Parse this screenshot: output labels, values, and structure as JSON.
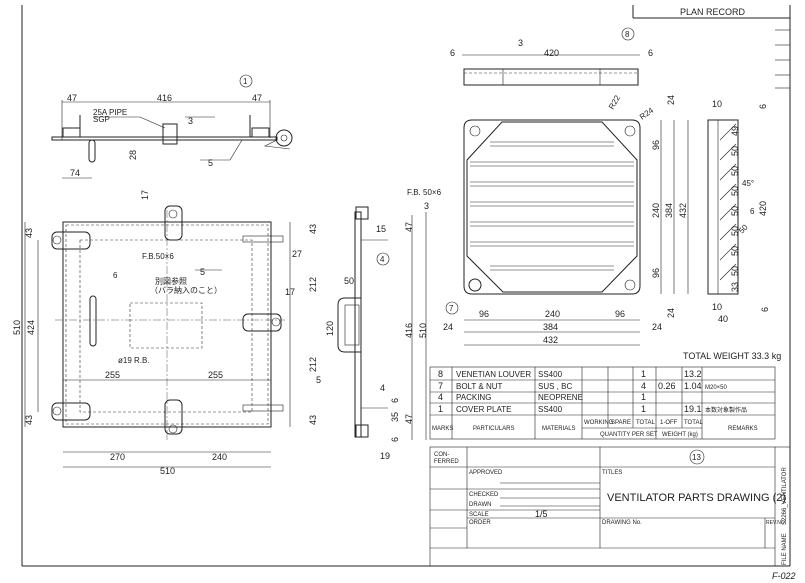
{
  "header": {
    "plan_record": "PLAN RECORD",
    "sheet_id": "F-022"
  },
  "parts": {
    "part1": {
      "mark": "1",
      "pipe": "25A PIPE",
      "pipe_mat": "SGP",
      "weld3": "3",
      "weld5": "5",
      "dims": [
        "47",
        "416",
        "47",
        "28",
        "74"
      ]
    },
    "plan": {
      "fb": "F.B.50×6",
      "t6": "6",
      "ref_jp": "別図参照",
      "ref_jp2": "（バラ納入のこと）",
      "rb": "ø19 R.B.",
      "weld5": "5",
      "dims": {
        "d17a": "17",
        "d27": "27",
        "d17b": "17",
        "d255a": "255",
        "d255b": "255",
        "d270": "270",
        "d240": "240",
        "d510w": "510",
        "d510h": "510",
        "d424": "424",
        "d43a": "43",
        "d43b": "43",
        "d43c": "43",
        "d43d": "43",
        "d212a": "212",
        "d212b": "212"
      }
    },
    "side": {
      "mark": "4",
      "weld5": "5",
      "weld4": "4",
      "dims": {
        "d15": "15",
        "d50": "50",
        "d120": "120",
        "d47a": "47",
        "d416": "416",
        "d510": "510",
        "d6a": "6",
        "d35": "35",
        "d47b": "47",
        "d6b": "6",
        "d19": "19"
      }
    },
    "part8": {
      "mark": "8",
      "weld3": "3",
      "dims": {
        "d6a": "6",
        "d420": "420",
        "d6b": "6"
      }
    },
    "louver": {
      "fb": "F.B. 50×6",
      "weld3": "3",
      "mark7": "7",
      "r22": "R22",
      "r24": "R24",
      "dims": {
        "d96a": "96",
        "d240": "240",
        "d96b": "96",
        "d384": "384",
        "d432": "432",
        "d24a": "24",
        "d24b": "24",
        "v96a": "96",
        "v240": "240",
        "v96b": "96",
        "v384": "384",
        "v432": "432",
        "v24a": "24",
        "v24b": "24"
      }
    },
    "louver_side": {
      "dims": {
        "d10a": "10",
        "d6a": "6",
        "p49": "49",
        "p50": [
          "50",
          "50",
          "50",
          "50",
          "50",
          "50",
          "50"
        ],
        "p33": "33",
        "a45": "45°",
        "t6": "6",
        "w50": "50",
        "d420": "420",
        "d10b": "10",
        "d40": "40",
        "d6b": "6"
      }
    }
  },
  "total_weight": "TOTAL WEIGHT 33.3 kg",
  "parts_table": {
    "rows": [
      {
        "mark": "8",
        "particulars": "VENETIAN LOUVER",
        "materials": "SS400",
        "working": "",
        "spare": "",
        "total": "1",
        "one_off": "",
        "total_weight": "13.2",
        "remarks": ""
      },
      {
        "mark": "7",
        "particulars": "BOLT & NUT",
        "materials": "SUS , BC",
        "working": "",
        "spare": "",
        "total": "4",
        "one_off": "0.26",
        "total_weight": "1.04",
        "remarks": "M20×50"
      },
      {
        "mark": "4",
        "particulars": "PACKING",
        "materials": "NEOPRENE",
        "working": "",
        "spare": "",
        "total": "1",
        "one_off": "",
        "total_weight": "",
        "remarks": ""
      },
      {
        "mark": "1",
        "particulars": "COVER PLATE",
        "materials": "SS400",
        "working": "",
        "spare": "",
        "total": "1",
        "one_off": "",
        "total_weight": "19.1",
        "remarks": "本数対象製作品"
      }
    ],
    "headers": {
      "marks": "MARKS",
      "particulars": "PARTICULARS",
      "materials": "MATERIALS",
      "working": "WORKING",
      "spare": "SPARE",
      "total": "TOTAL",
      "quantity": "QUANTITY PER SET",
      "one_off": "1-OFF",
      "total_w": "TOTAL",
      "weight": "WEIGHT (kg)",
      "remarks": "REMARKS"
    }
  },
  "title_block": {
    "conferred": "CON-",
    "conferred2": "FERRED",
    "sheet_no": "13",
    "approved": "APPROVED",
    "checked": "CHECKED",
    "drawn": "DRAWN",
    "scale_label": "SCALE",
    "scale": "1/5",
    "order": "ORDER",
    "titles": "TITLES",
    "title": "VENTILATOR PARTS DRAWING (2)",
    "drawing_no": "DRAWING No.",
    "rev_no": "REV.NO.",
    "file_name_label": "FILE NAME",
    "file_name": "S2266_VENTILATOR"
  }
}
